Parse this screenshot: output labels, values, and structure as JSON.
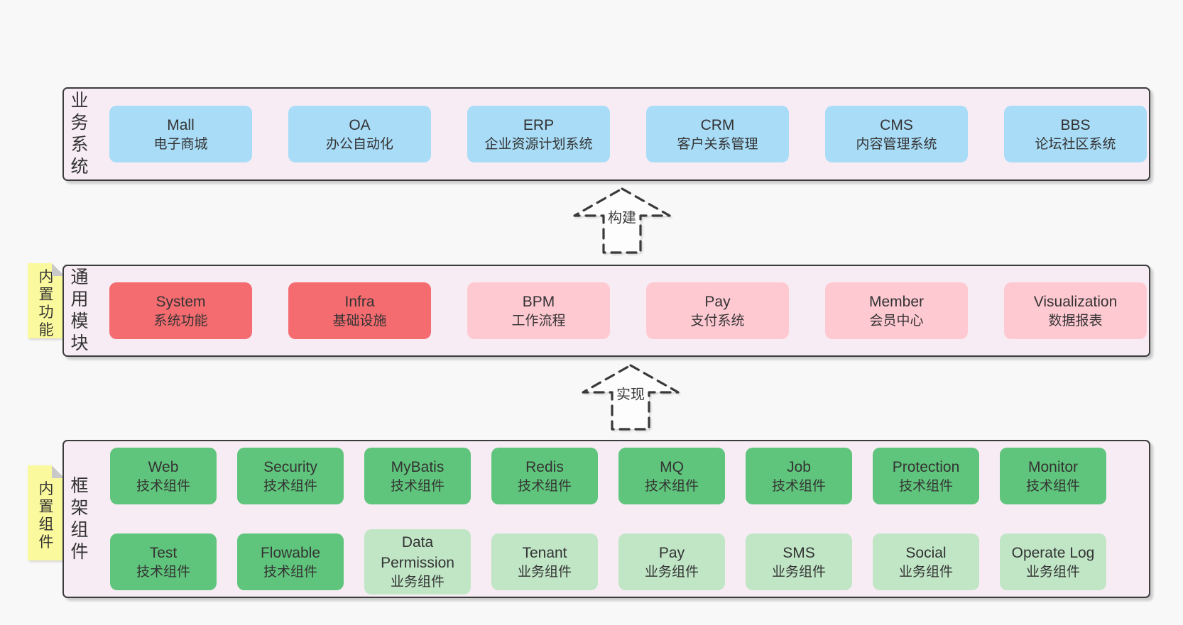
{
  "colors": {
    "page_bg": "#f8f8f8",
    "container_bg": "#f8ecf4",
    "container_border": "#3c3c3c",
    "blue": "#a9dcf7",
    "red": "#f56c70",
    "pink": "#ffc9d2",
    "green": "#60c57c",
    "light_green": "#c0e6c6",
    "note_yellow": "#fbf99d",
    "note_fold": "#c9c9c9",
    "text": "#3a3a3a"
  },
  "layers": [
    {
      "id": "business-systems",
      "label": "业务系统",
      "boxes": [
        {
          "title": "Mall",
          "subtitle": "电子商城",
          "color": "blue"
        },
        {
          "title": "OA",
          "subtitle": "办公自动化",
          "color": "blue"
        },
        {
          "title": "ERP",
          "subtitle": "企业资源计划系统",
          "color": "blue"
        },
        {
          "title": "CRM",
          "subtitle": "客户关系管理",
          "color": "blue"
        },
        {
          "title": "CMS",
          "subtitle": "内容管理系统",
          "color": "blue"
        },
        {
          "title": "BBS",
          "subtitle": "论坛社区系统",
          "color": "blue"
        }
      ]
    },
    {
      "id": "common-modules",
      "label": "通用模块",
      "note": "内置功能",
      "boxes": [
        {
          "title": "System",
          "subtitle": "系统功能",
          "color": "red"
        },
        {
          "title": "Infra",
          "subtitle": "基础设施",
          "color": "red"
        },
        {
          "title": "BPM",
          "subtitle": "工作流程",
          "color": "pink"
        },
        {
          "title": "Pay",
          "subtitle": "支付系统",
          "color": "pink"
        },
        {
          "title": "Member",
          "subtitle": "会员中心",
          "color": "pink"
        },
        {
          "title": "Visualization",
          "subtitle": "数据报表",
          "color": "pink"
        }
      ]
    },
    {
      "id": "framework-components",
      "label": "框架组件",
      "note": "内置组件",
      "rows": [
        [
          {
            "title": "Web",
            "subtitle": "技术组件",
            "color": "green"
          },
          {
            "title": "Security",
            "subtitle": "技术组件",
            "color": "green"
          },
          {
            "title": "MyBatis",
            "subtitle": "技术组件",
            "color": "green"
          },
          {
            "title": "Redis",
            "subtitle": "技术组件",
            "color": "green"
          },
          {
            "title": "MQ",
            "subtitle": "技术组件",
            "color": "green"
          },
          {
            "title": "Job",
            "subtitle": "技术组件",
            "color": "green"
          },
          {
            "title": "Protection",
            "subtitle": "技术组件",
            "color": "green"
          },
          {
            "title": "Monitor",
            "subtitle": "技术组件",
            "color": "green"
          }
        ],
        [
          {
            "title": "Test",
            "subtitle": "技术组件",
            "color": "green"
          },
          {
            "title": "Flowable",
            "subtitle": "技术组件",
            "color": "green"
          },
          {
            "title": "Data Permission",
            "subtitle": "业务组件",
            "color": "light_green"
          },
          {
            "title": "Tenant",
            "subtitle": "业务组件",
            "color": "light_green"
          },
          {
            "title": "Pay",
            "subtitle": "业务组件",
            "color": "light_green"
          },
          {
            "title": "SMS",
            "subtitle": "业务组件",
            "color": "light_green"
          },
          {
            "title": "Social",
            "subtitle": "业务组件",
            "color": "light_green"
          },
          {
            "title": "Operate Log",
            "subtitle": "业务组件",
            "color": "light_green"
          }
        ]
      ]
    }
  ],
  "arrows": [
    {
      "label": "构建"
    },
    {
      "label": "实现"
    }
  ]
}
